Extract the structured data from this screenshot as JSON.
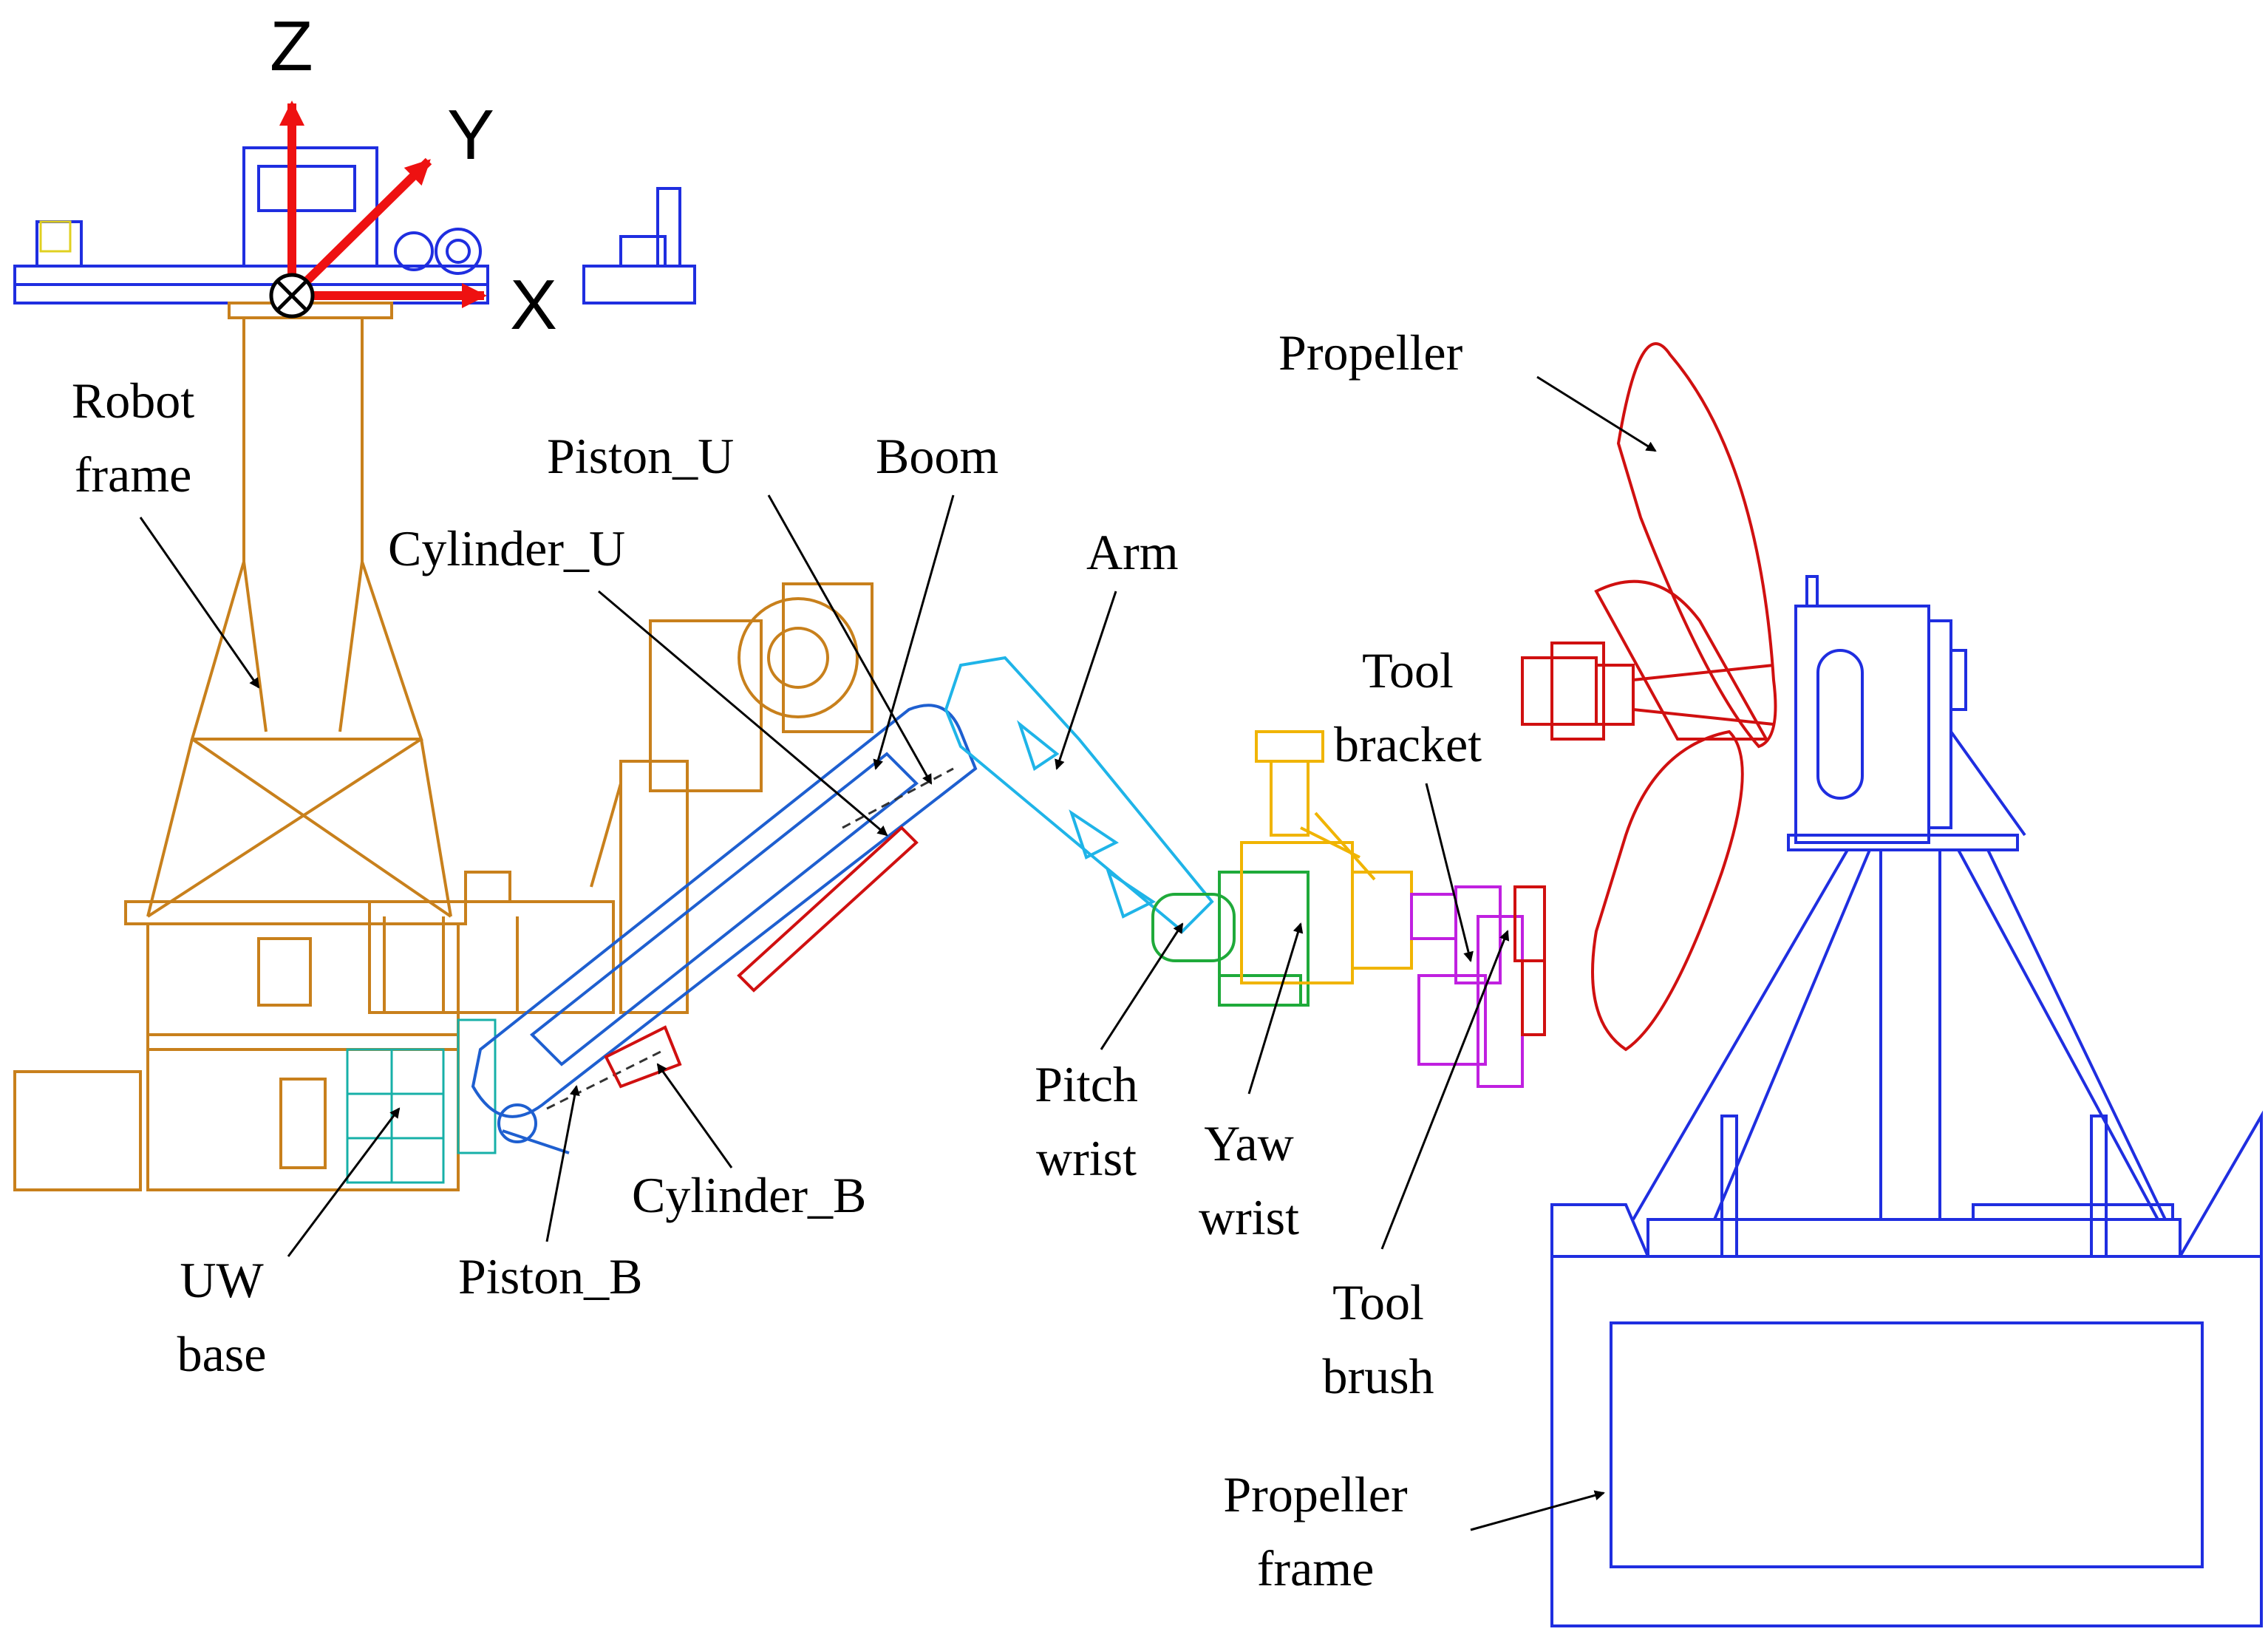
{
  "axes": {
    "z": "Z",
    "y": "Y",
    "x": "X"
  },
  "labels": {
    "robot_frame": [
      "Robot",
      "frame"
    ],
    "piston_u": "Piston_U",
    "boom": "Boom",
    "cylinder_u": "Cylinder_U",
    "arm": "Arm",
    "propeller": "Propeller",
    "tool_bracket": [
      "Tool",
      "bracket"
    ],
    "pitch_wrist": [
      "Pitch",
      "wrist"
    ],
    "yaw_wrist": [
      "Yaw",
      "wrist"
    ],
    "cylinder_b": "Cylinder_B",
    "piston_b": "Piston_B",
    "uw_base": [
      "UW",
      "base"
    ],
    "tool_brush": [
      "Tool",
      "brush"
    ],
    "propeller_frame": [
      "Propeller",
      "frame"
    ]
  },
  "colors": {
    "robot_frame": "#c8801c",
    "top_mount": "#1f2ee0",
    "boom": "#1e5fd0",
    "arm": "#1fb4e8",
    "pitch_wrist": "#1faa3a",
    "yaw_wrist": "#f0b400",
    "tool": "#c020e0",
    "propeller": "#d01010",
    "propeller_frame": "#1f2ee0",
    "axes": "#ee1111"
  }
}
